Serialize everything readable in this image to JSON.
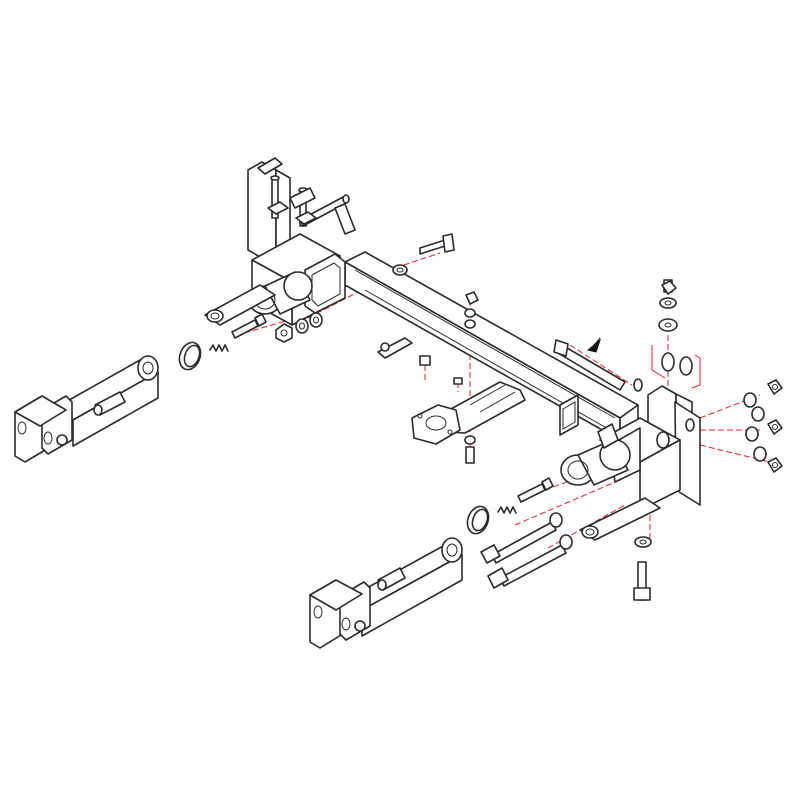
{
  "diagram": {
    "view": "exploded-isometric",
    "line_color": "#2b2b2b",
    "leader_color": "#e0202a",
    "background": "#ffffff",
    "parts": [
      {
        "id": "main-crossbar",
        "label": ""
      },
      {
        "id": "left-bracket-tower",
        "label": ""
      },
      {
        "id": "right-bracket-tower",
        "label": ""
      },
      {
        "id": "left-tow-arm",
        "label": ""
      },
      {
        "id": "right-tow-arm",
        "label": ""
      },
      {
        "id": "left-receiver-tube",
        "label": ""
      },
      {
        "id": "right-receiver-tube",
        "label": ""
      },
      {
        "id": "center-mounting-plate",
        "label": ""
      },
      {
        "id": "through-bolt-upper",
        "label": ""
      },
      {
        "id": "long-bolts-lower",
        "label": ""
      },
      {
        "id": "hex-nuts",
        "label": ""
      },
      {
        "id": "flat-washers",
        "label": ""
      },
      {
        "id": "springs",
        "label": ""
      },
      {
        "id": "retaining-clips",
        "label": ""
      },
      {
        "id": "lock-pins",
        "label": ""
      }
    ]
  }
}
